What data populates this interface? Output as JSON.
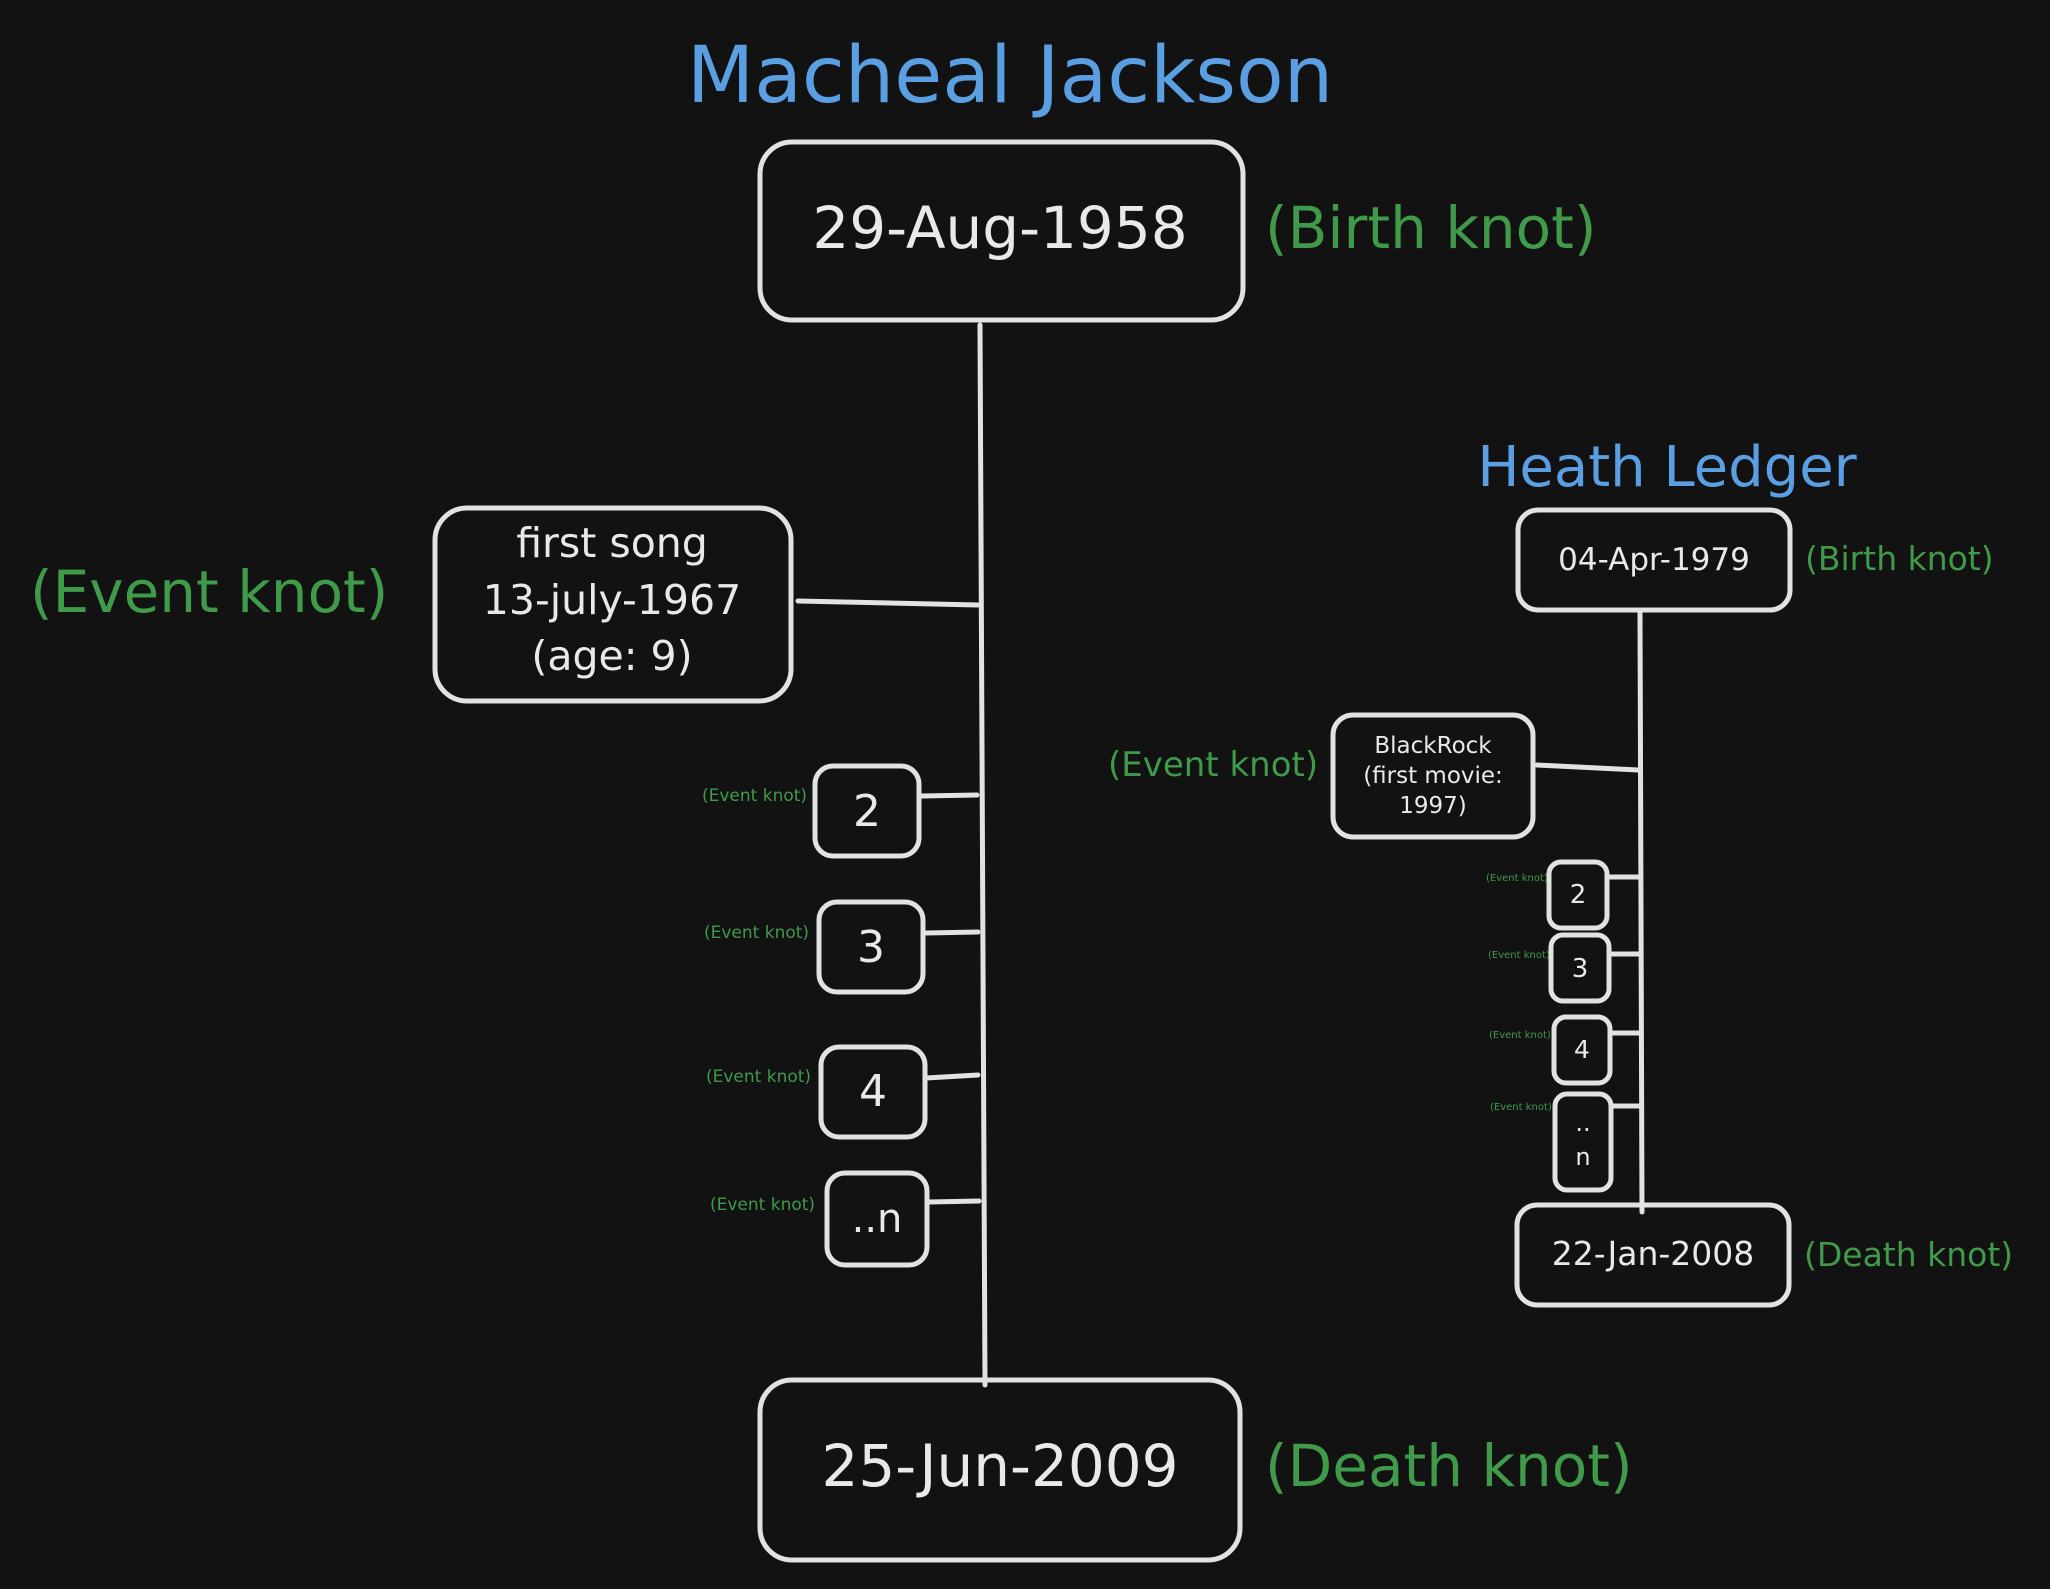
{
  "colors": {
    "background": "#121212",
    "title": "#5b9fe3",
    "label": "#3f9a4a",
    "stroke": "#e2e2e2"
  },
  "timelines": [
    {
      "title": "Macheal Jackson",
      "birth": {
        "date": "29-Aug-1958",
        "label": "(Birth knot)"
      },
      "events": [
        {
          "lines": [
            "first song",
            "13-july-1967",
            "(age: 9)"
          ],
          "label": "(Event knot)"
        },
        {
          "lines": [
            "2"
          ],
          "label": "(Event knot)"
        },
        {
          "lines": [
            "3"
          ],
          "label": "(Event knot)"
        },
        {
          "lines": [
            "4"
          ],
          "label": "(Event knot)"
        },
        {
          "lines": [
            "..n"
          ],
          "label": "(Event knot)"
        }
      ],
      "death": {
        "date": "25-Jun-2009",
        "label": "(Death knot)"
      }
    },
    {
      "title": "Heath Ledger",
      "birth": {
        "date": "04-Apr-1979",
        "label": "(Birth knot)"
      },
      "events": [
        {
          "lines": [
            "BlackRock",
            "(first movie:",
            "1997)"
          ],
          "label": "(Event knot)"
        },
        {
          "lines": [
            "2"
          ],
          "label": "(Event knot)"
        },
        {
          "lines": [
            "3"
          ],
          "label": "(Event knot)"
        },
        {
          "lines": [
            "4"
          ],
          "label": "(Event knot)"
        },
        {
          "lines": [
            "..",
            "n"
          ],
          "label": "(Event knot)"
        }
      ],
      "death": {
        "date": "22-Jan-2008",
        "label": "(Death knot)"
      }
    }
  ]
}
